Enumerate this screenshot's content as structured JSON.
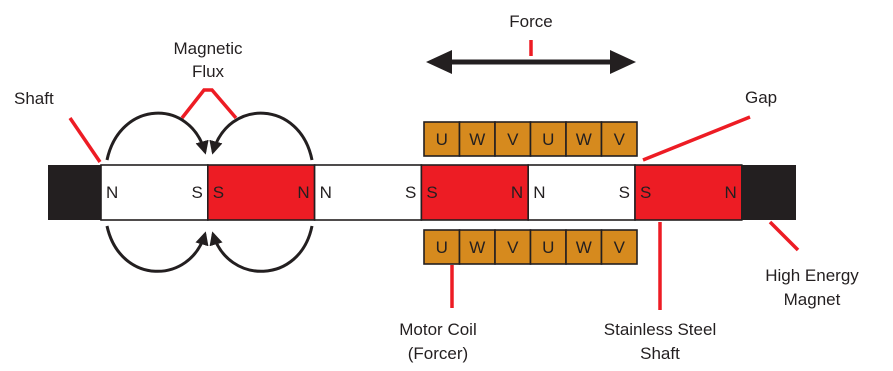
{
  "colors": {
    "red": "#ed1c24",
    "coil": "#d68a1e",
    "black": "#231f20",
    "white": "#ffffff"
  },
  "labels": {
    "force": "Force",
    "magnetic_flux_line1": "Magnetic",
    "magnetic_flux_line2": "Flux",
    "shaft": "Shaft",
    "gap": "Gap",
    "high_energy_line1": "High Energy",
    "high_energy_line2": "Magnet",
    "motor_coil_line1": "Motor Coil",
    "motor_coil_line2": "(Forcer)",
    "stainless_line1": "Stainless Steel",
    "stainless_line2": "Shaft"
  },
  "magnets": [
    {
      "left": "N",
      "right": "S",
      "fill": "white"
    },
    {
      "left": "S",
      "right": "N",
      "fill": "red"
    },
    {
      "left": "N",
      "right": "S",
      "fill": "white"
    },
    {
      "left": "S",
      "right": "N",
      "fill": "red"
    },
    {
      "left": "N",
      "right": "S",
      "fill": "white"
    },
    {
      "left": "S",
      "right": "N",
      "fill": "red"
    }
  ],
  "coils": [
    "U",
    "W",
    "V",
    "U",
    "W",
    "V"
  ]
}
